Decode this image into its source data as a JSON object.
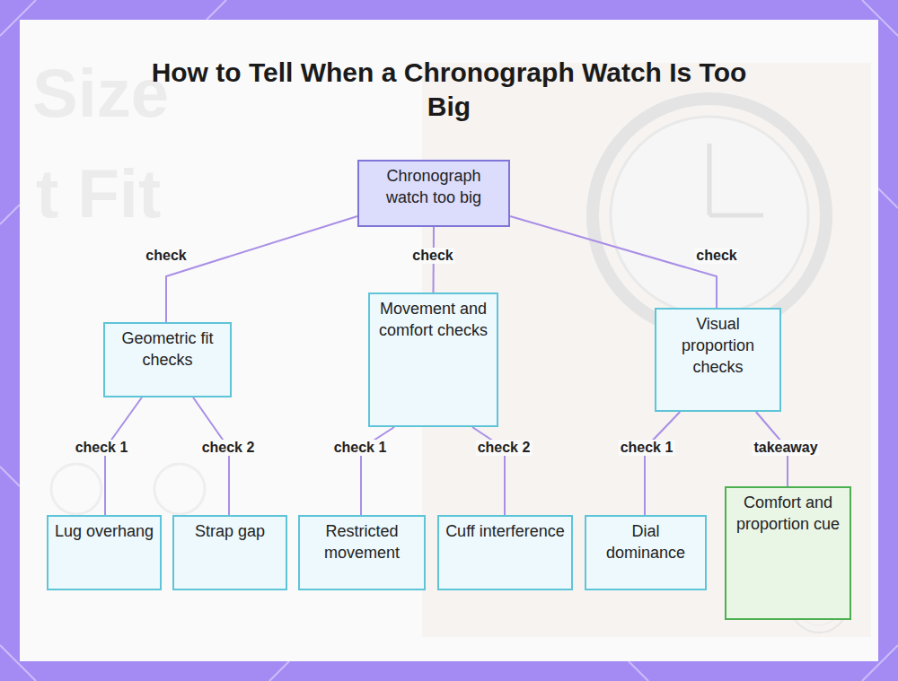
{
  "diagram": {
    "title": "How to Tell When a Chronograph Watch Is Too Big",
    "nodes": [
      {
        "text": [
          "Chronograph watch too big"
        ]
      },
      {
        "text": [
          "Geometric fit checks"
        ]
      },
      {
        "text": [
          "Movement and comfort checks"
        ]
      },
      {
        "text": [
          "Visual proportion checks"
        ]
      },
      {
        "text": [
          "Lug overhang"
        ]
      },
      {
        "text": [
          "Strap gap"
        ]
      },
      {
        "text": [
          "Restricted movement"
        ]
      },
      {
        "text": [
          "Cuff interference"
        ]
      },
      {
        "text": [
          "Dial dominance"
        ]
      },
      {
        "text": [
          "Comfort and proportion cue"
        ]
      }
    ],
    "edges": [
      {
        "from": 0,
        "to": 1,
        "label": "check",
        "arrow": "none"
      },
      {
        "from": 0,
        "to": 2,
        "label": "check",
        "arrow": "none"
      },
      {
        "from": 0,
        "to": 3,
        "label": "check",
        "arrow": "none"
      },
      {
        "from": 1,
        "to": 4,
        "label": "check 1",
        "arrow": "none"
      },
      {
        "from": 1,
        "to": 5,
        "label": "check 2",
        "arrow": "none"
      },
      {
        "from": 2,
        "to": 6,
        "label": "check 1",
        "arrow": "none"
      },
      {
        "from": 2,
        "to": 7,
        "label": "check 2",
        "arrow": "none"
      },
      {
        "from": 3,
        "to": 8,
        "label": "check 1",
        "arrow": "none"
      },
      {
        "from": 3,
        "to": 9,
        "label": "takeaway",
        "arrow": "none"
      }
    ],
    "labels": [
      "Size",
      "t Fit"
    ]
  }
}
